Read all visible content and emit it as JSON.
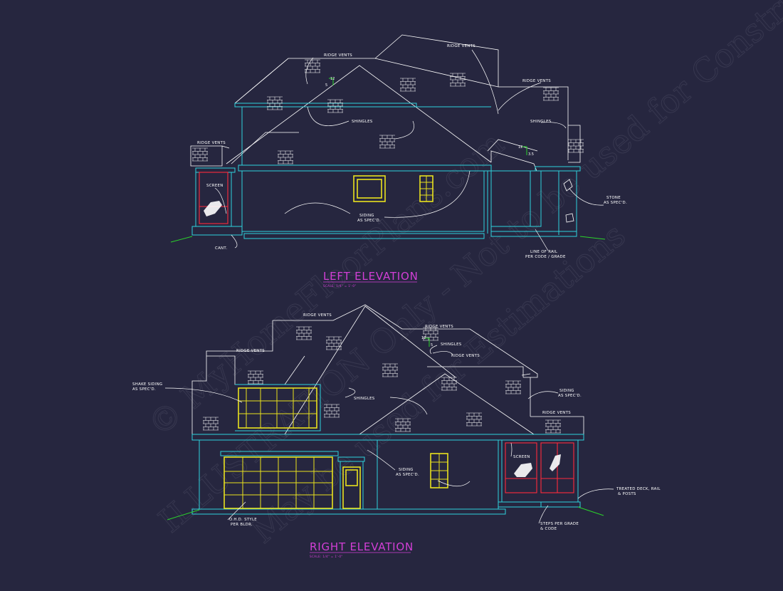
{
  "watermark": {
    "line1": "© MyHomeFloorPlans.com",
    "line2": "ILLUSTRATION Only - Not to be used for Construction",
    "line3": "May be used for Estimations"
  },
  "left_elevation": {
    "title": "LEFT ELEVATION",
    "scale": "SCALE: 1/4\" = 1'-0\"",
    "labels": {
      "ridge_vents_1": "RIDGE VENTS",
      "ridge_vents_2": "RIDGE VENTS",
      "ridge_vents_3": "RIDGE VENTS",
      "ridge_vents_4": "RIDGE VENTS",
      "shingles_1": "SHINGLES",
      "shingles_2": "SHINGLES",
      "screen": "SCREEN",
      "siding_1": "SIDING",
      "siding_2": "AS SPEC'D.",
      "stone_1": "STONE",
      "stone_2": "AS SPEC'D.",
      "cant": "CANT.",
      "rail_1": "LINE OF RAIL",
      "rail_2": "PER CODE / GRADE"
    },
    "pitch": {
      "rise_a": "12",
      "run_a": "5",
      "rise_b": "12",
      "run_b": "3.5"
    }
  },
  "right_elevation": {
    "title": "RIGHT ELEVATION",
    "scale": "SCALE: 1/4\" = 1'-0\"",
    "labels": {
      "ridge_vents_1": "RIDGE VENTS",
      "ridge_vents_2": "RIDGE VENTS",
      "ridge_vents_3": "RIDGE VENTS",
      "ridge_vents_4": "RIDGE VENTS",
      "ridge_vents_5": "RIDGE VENTS",
      "shingles_1": "SHINGLES",
      "shingles_2": "SHINGLES",
      "shake_1": "SHAKE SIDING",
      "shake_2": "AS SPEC'D.",
      "siding_a1": "SIDING",
      "siding_a2": "AS SPEC'D.",
      "siding_b1": "SIDING",
      "siding_b2": "AS SPEC'D.",
      "screen": "SCREEN",
      "ohd_1": "O.H.D. STYLE",
      "ohd_2": "PER BLDR.",
      "deck_1": "TREATED DECK, RAIL",
      "deck_2": "& POSTS",
      "steps_1": "STEPS PER GRADE",
      "steps_2": "& CODE"
    },
    "pitch": {
      "rise": "12",
      "run": "5"
    }
  }
}
